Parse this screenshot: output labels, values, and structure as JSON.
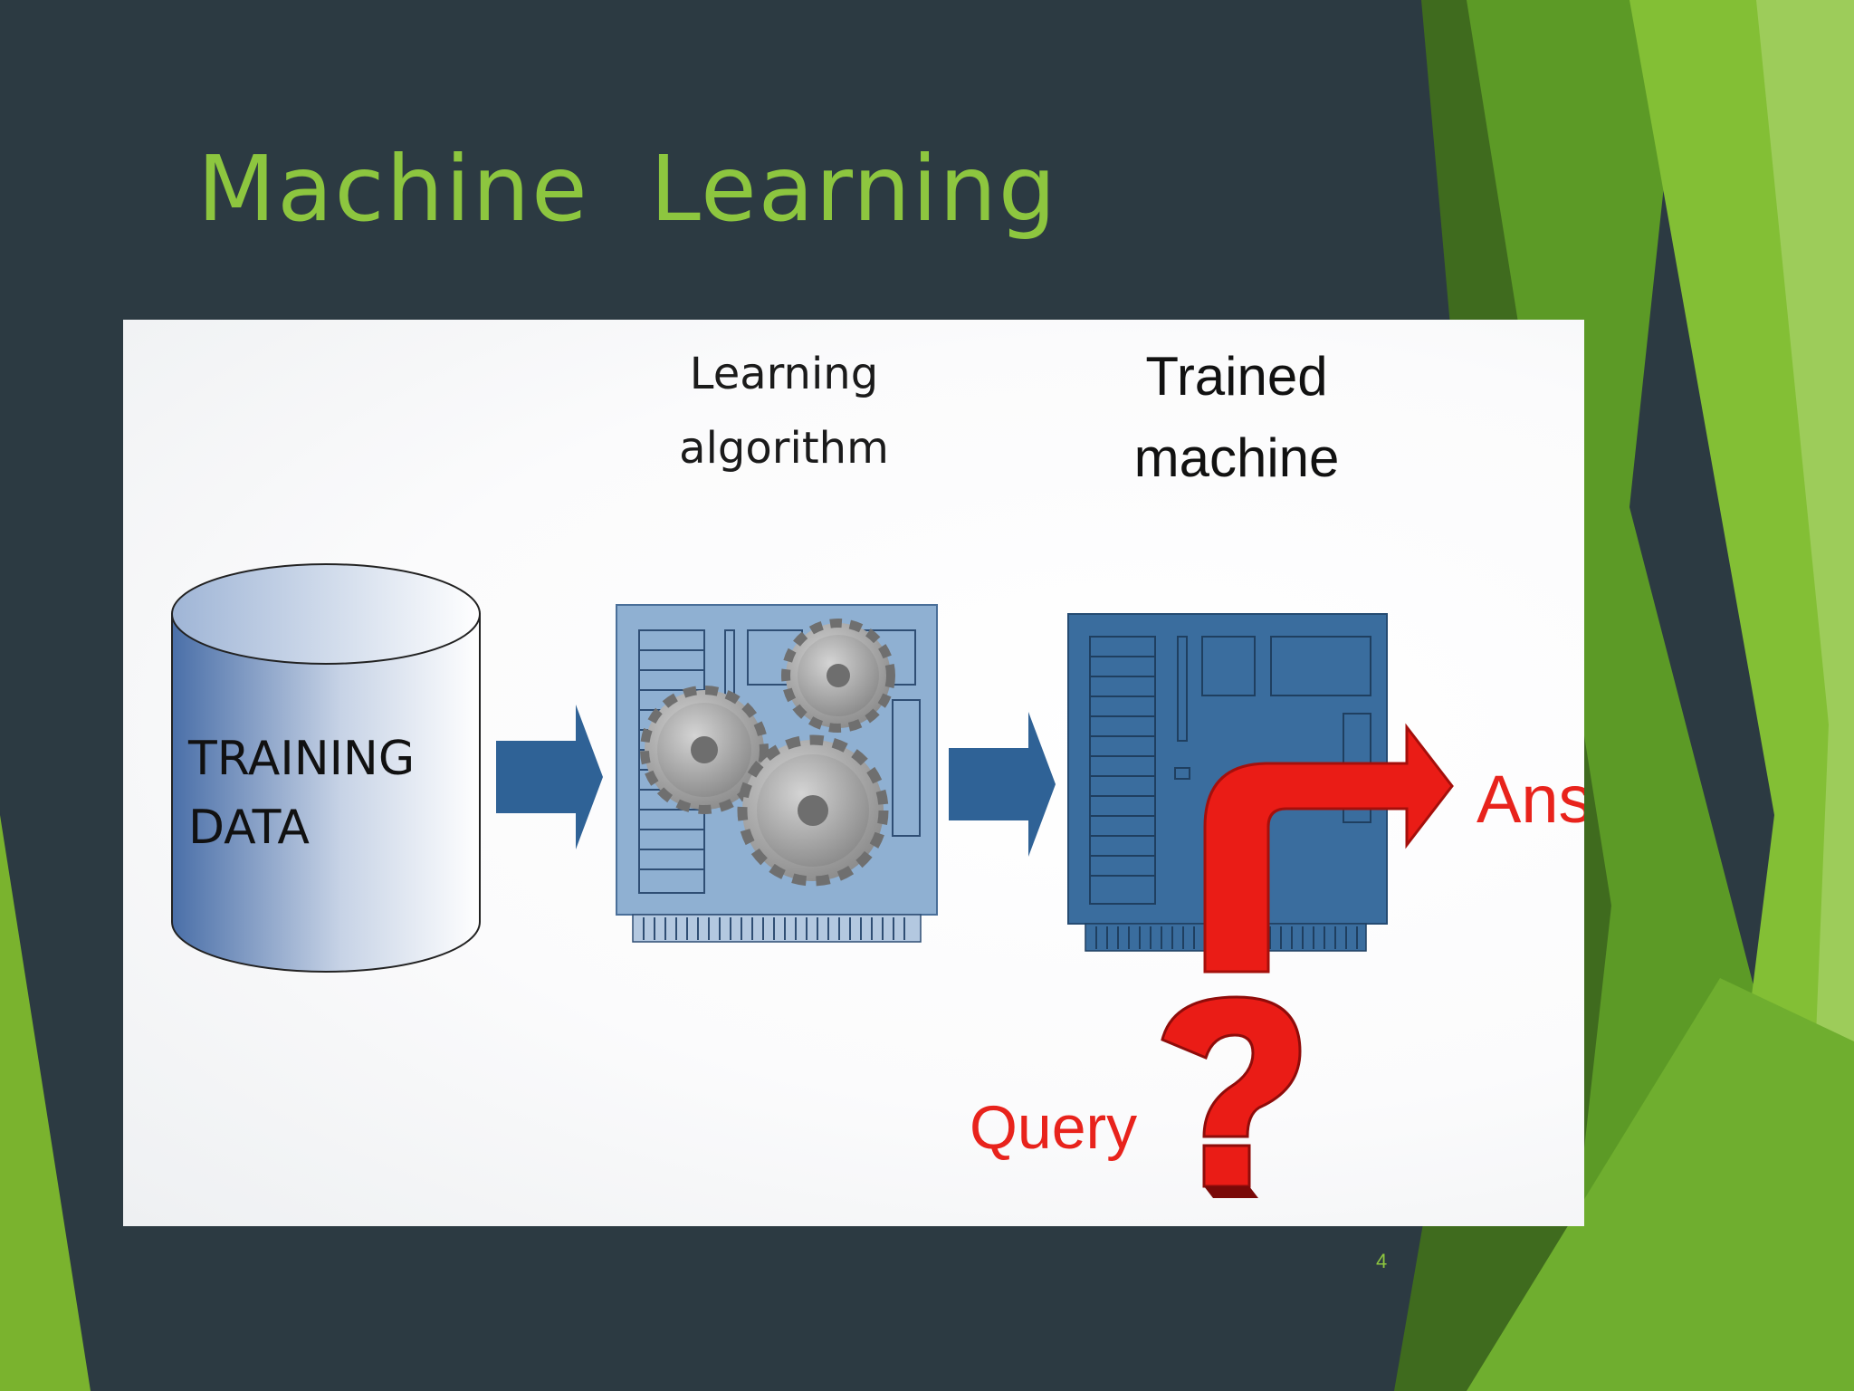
{
  "slide": {
    "title": "Machine  Learning",
    "page_number": "4"
  },
  "diagram": {
    "learning_algorithm_line1": "Learning",
    "learning_algorithm_line2": "algorithm",
    "trained_machine_line1": "Trained",
    "trained_machine_line2": "machine",
    "training_data_line1": "TRAINING",
    "training_data_line2": "DATA",
    "answer_label": "Ans",
    "query_label": "Query"
  },
  "colors": {
    "background": "#2c3a42",
    "title": "#8dc63f",
    "accent_green": "#7ab32e",
    "board_light": "#8fb0d2",
    "board_dark": "#3a6d9e",
    "arrow_blue": "#2f6296",
    "red": "#e8231c"
  }
}
